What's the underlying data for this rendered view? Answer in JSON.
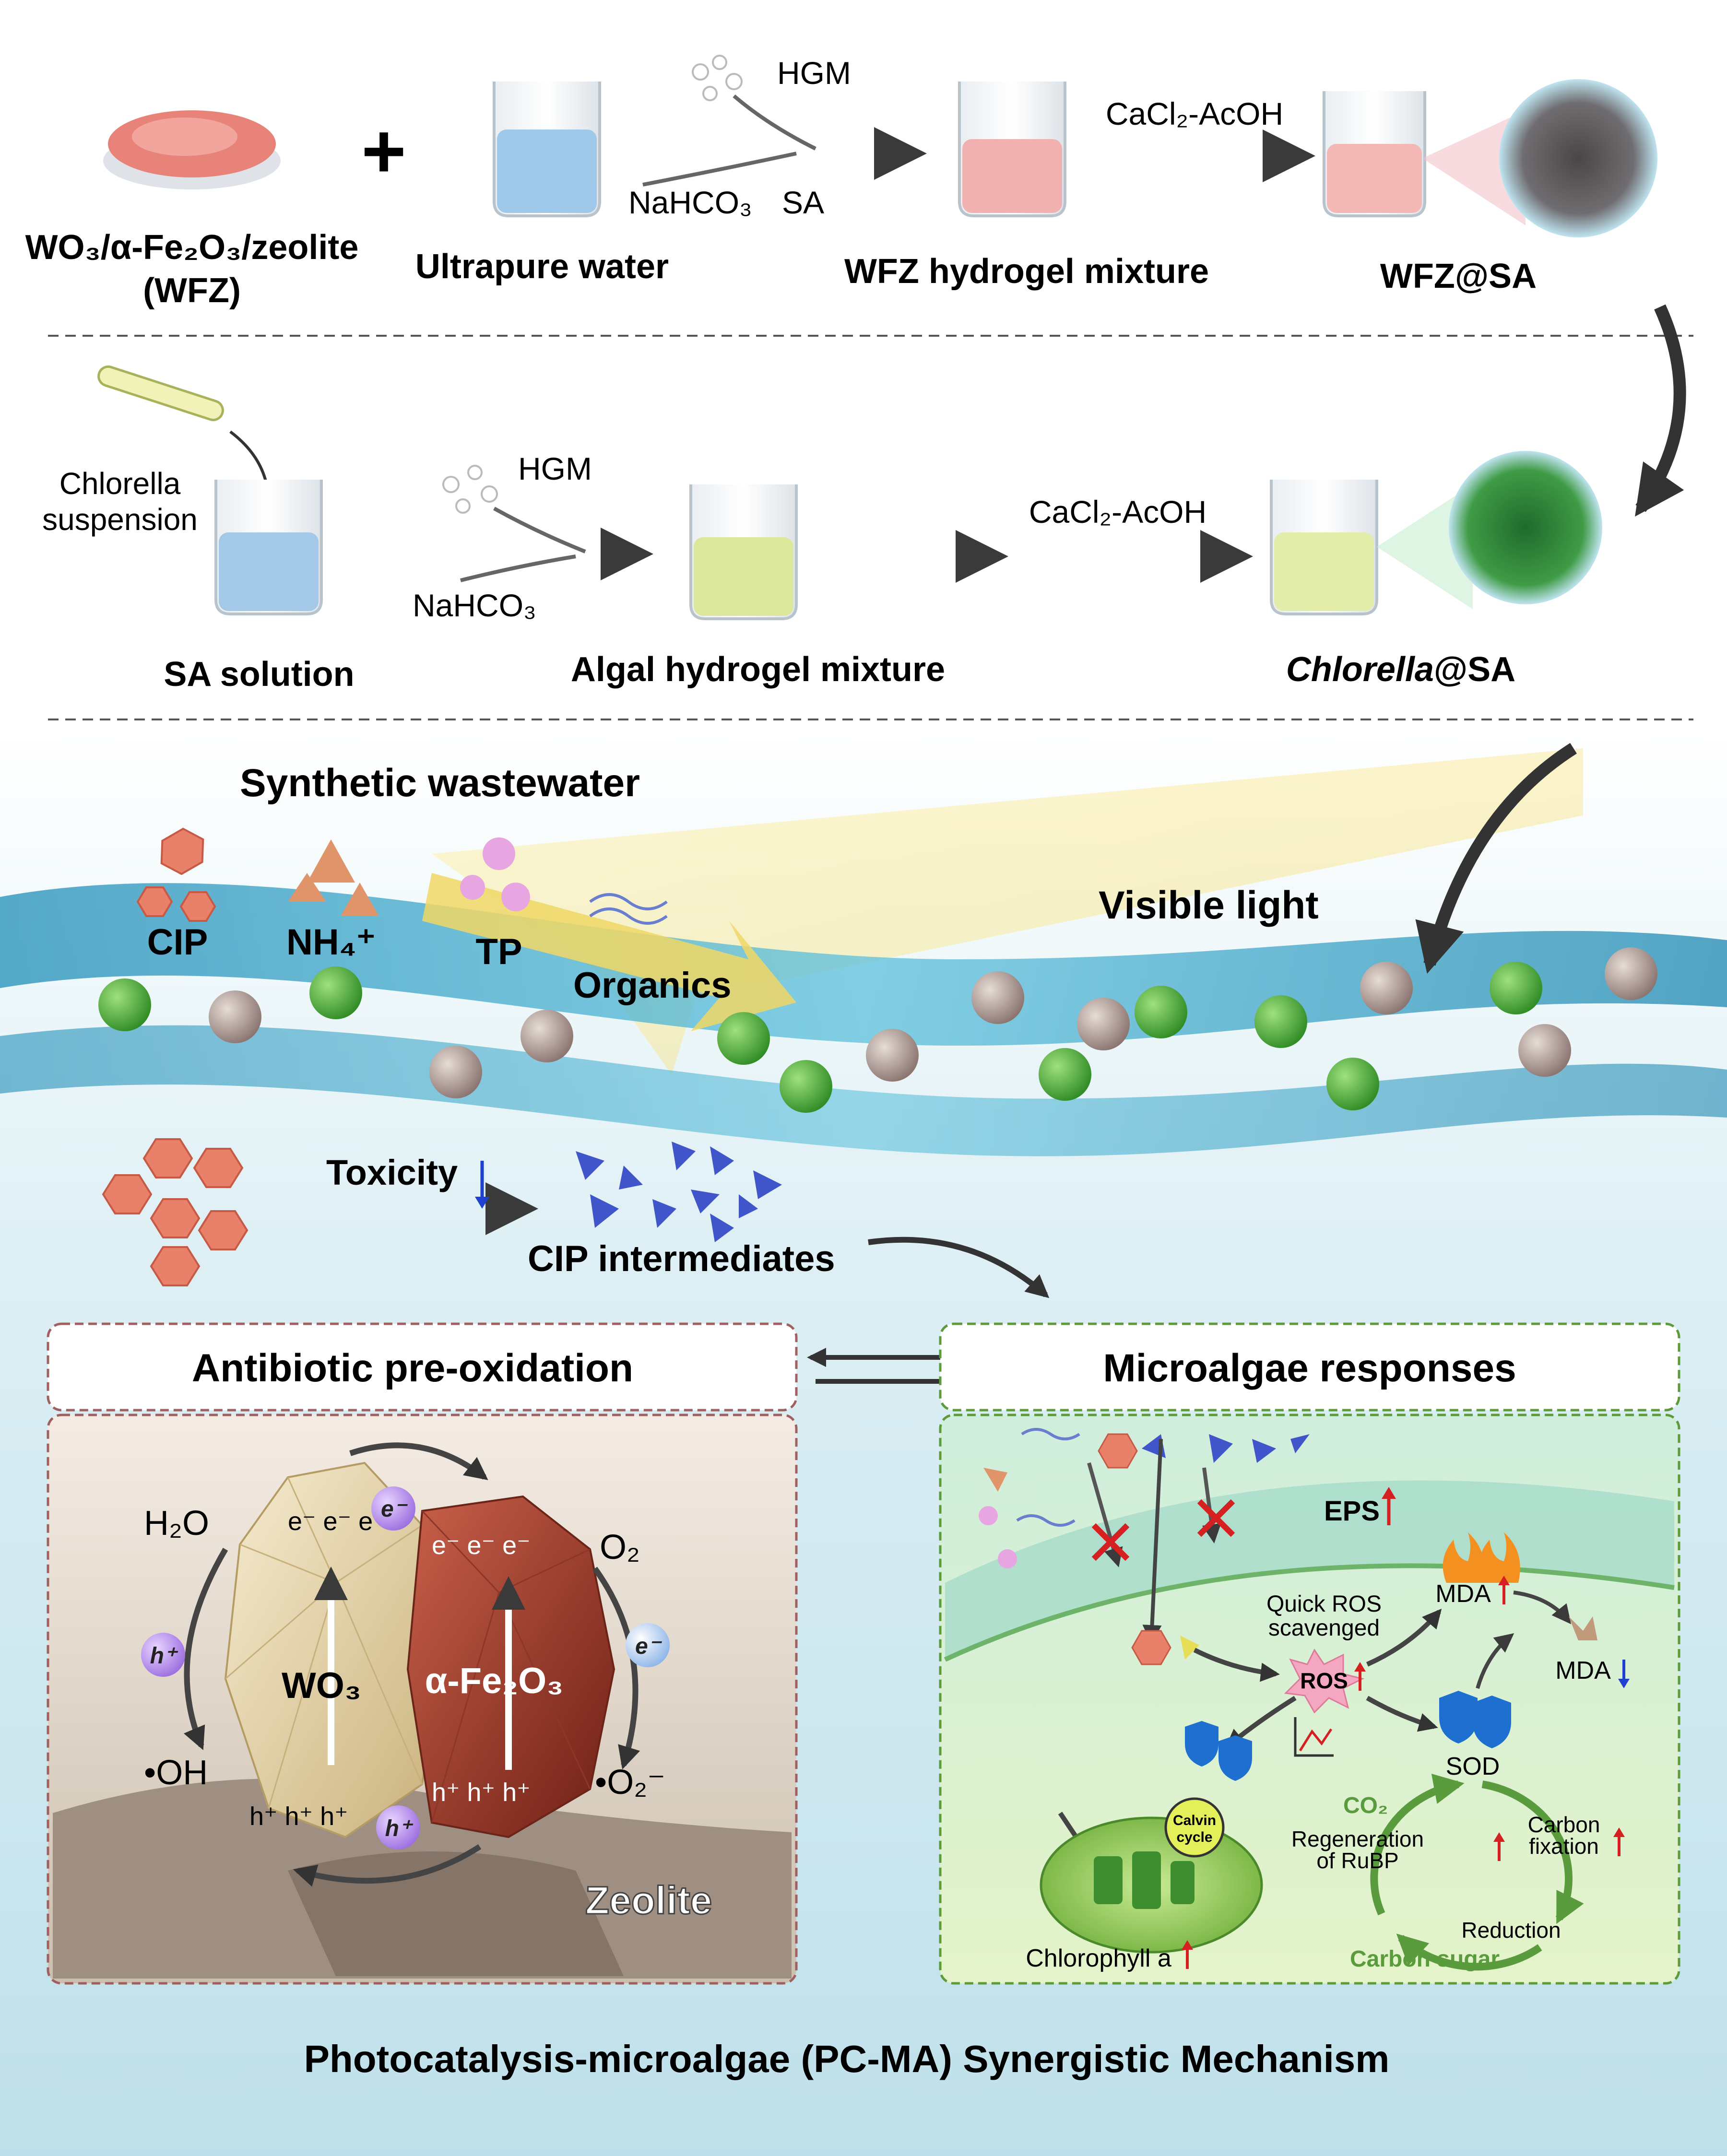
{
  "row1": {
    "wfz_line1": "WO₃/α-Fe₂O₃/zeolite",
    "wfz_line2": "(WFZ)",
    "plus": "+",
    "water": "Ultrapure water",
    "hgm": "HGM",
    "nahco3": "NaHCO₃",
    "sa": "SA",
    "mixture": "WFZ hydrogel mixture",
    "cacl": "CaCl₂-AcOH",
    "product": "WFZ@SA"
  },
  "row2": {
    "chlorella_line1": "Chlorella",
    "chlorella_line2": "suspension",
    "sa_solution": "SA solution",
    "hgm": "HGM",
    "nahco3": "NaHCO₃",
    "mixture": "Algal hydrogel mixture",
    "cacl": "CaCl₂-AcOH",
    "product_italic": "Chlorella",
    "product_rest": "@SA"
  },
  "wastewater": {
    "title": "Synthetic wastewater",
    "cip": "CIP",
    "nh4": "NH₄⁺",
    "tp": "TP",
    "organics": "Organics",
    "visible_light": "Visible light",
    "toxicity": "Toxicity",
    "intermediates": "CIP intermediates"
  },
  "left_panel": {
    "title": "Antibiotic pre-oxidation",
    "h2o": "H₂O",
    "oh": "•OH",
    "o2": "O₂",
    "o2_radical": "•O₂⁻",
    "wo3": "WO₃",
    "fe2o3": "α-Fe₂O₃",
    "electrons": "e⁻ e⁻ e⁻",
    "holes": "h⁺ h⁺ h⁺",
    "e_ball": "e⁻",
    "h_ball": "h⁺",
    "zeolite": "Zeolite"
  },
  "right_panel": {
    "title": "Microalgae responses",
    "eps": "EPS",
    "quick_ros_1": "Quick ROS",
    "quick_ros_2": "scavenged",
    "ros": "ROS",
    "mda_up": "MDA",
    "mda_down": "MDA",
    "sod": "SOD",
    "co2": "CO₂",
    "regen_1": "Regeneration",
    "regen_2": "of RuBP",
    "carbon_1": "Carbon",
    "carbon_2": "fixation",
    "reduction": "Reduction",
    "carbon_sugar": "Carbon sugar",
    "chlorophyll": "Chlorophyll a",
    "calvin_1": "Calvin",
    "calvin_2": "cycle"
  },
  "footer": {
    "title": "Photocatalysis-microalgae (PC-MA) Synergistic Mechanism"
  },
  "colors": {
    "cip": "#e8806a",
    "nh4": "#e0946a",
    "tp": "#e7a6e2",
    "algae": "#4caf3a",
    "intermediate": "#3f55c9",
    "wo3": "#e2d3a8",
    "fe2o3": "#a43a2a",
    "up_arrow": "#d42020",
    "down_arrow": "#2040d0",
    "panel_left_border": "#a06060",
    "panel_right_border": "#5c9a3a"
  }
}
